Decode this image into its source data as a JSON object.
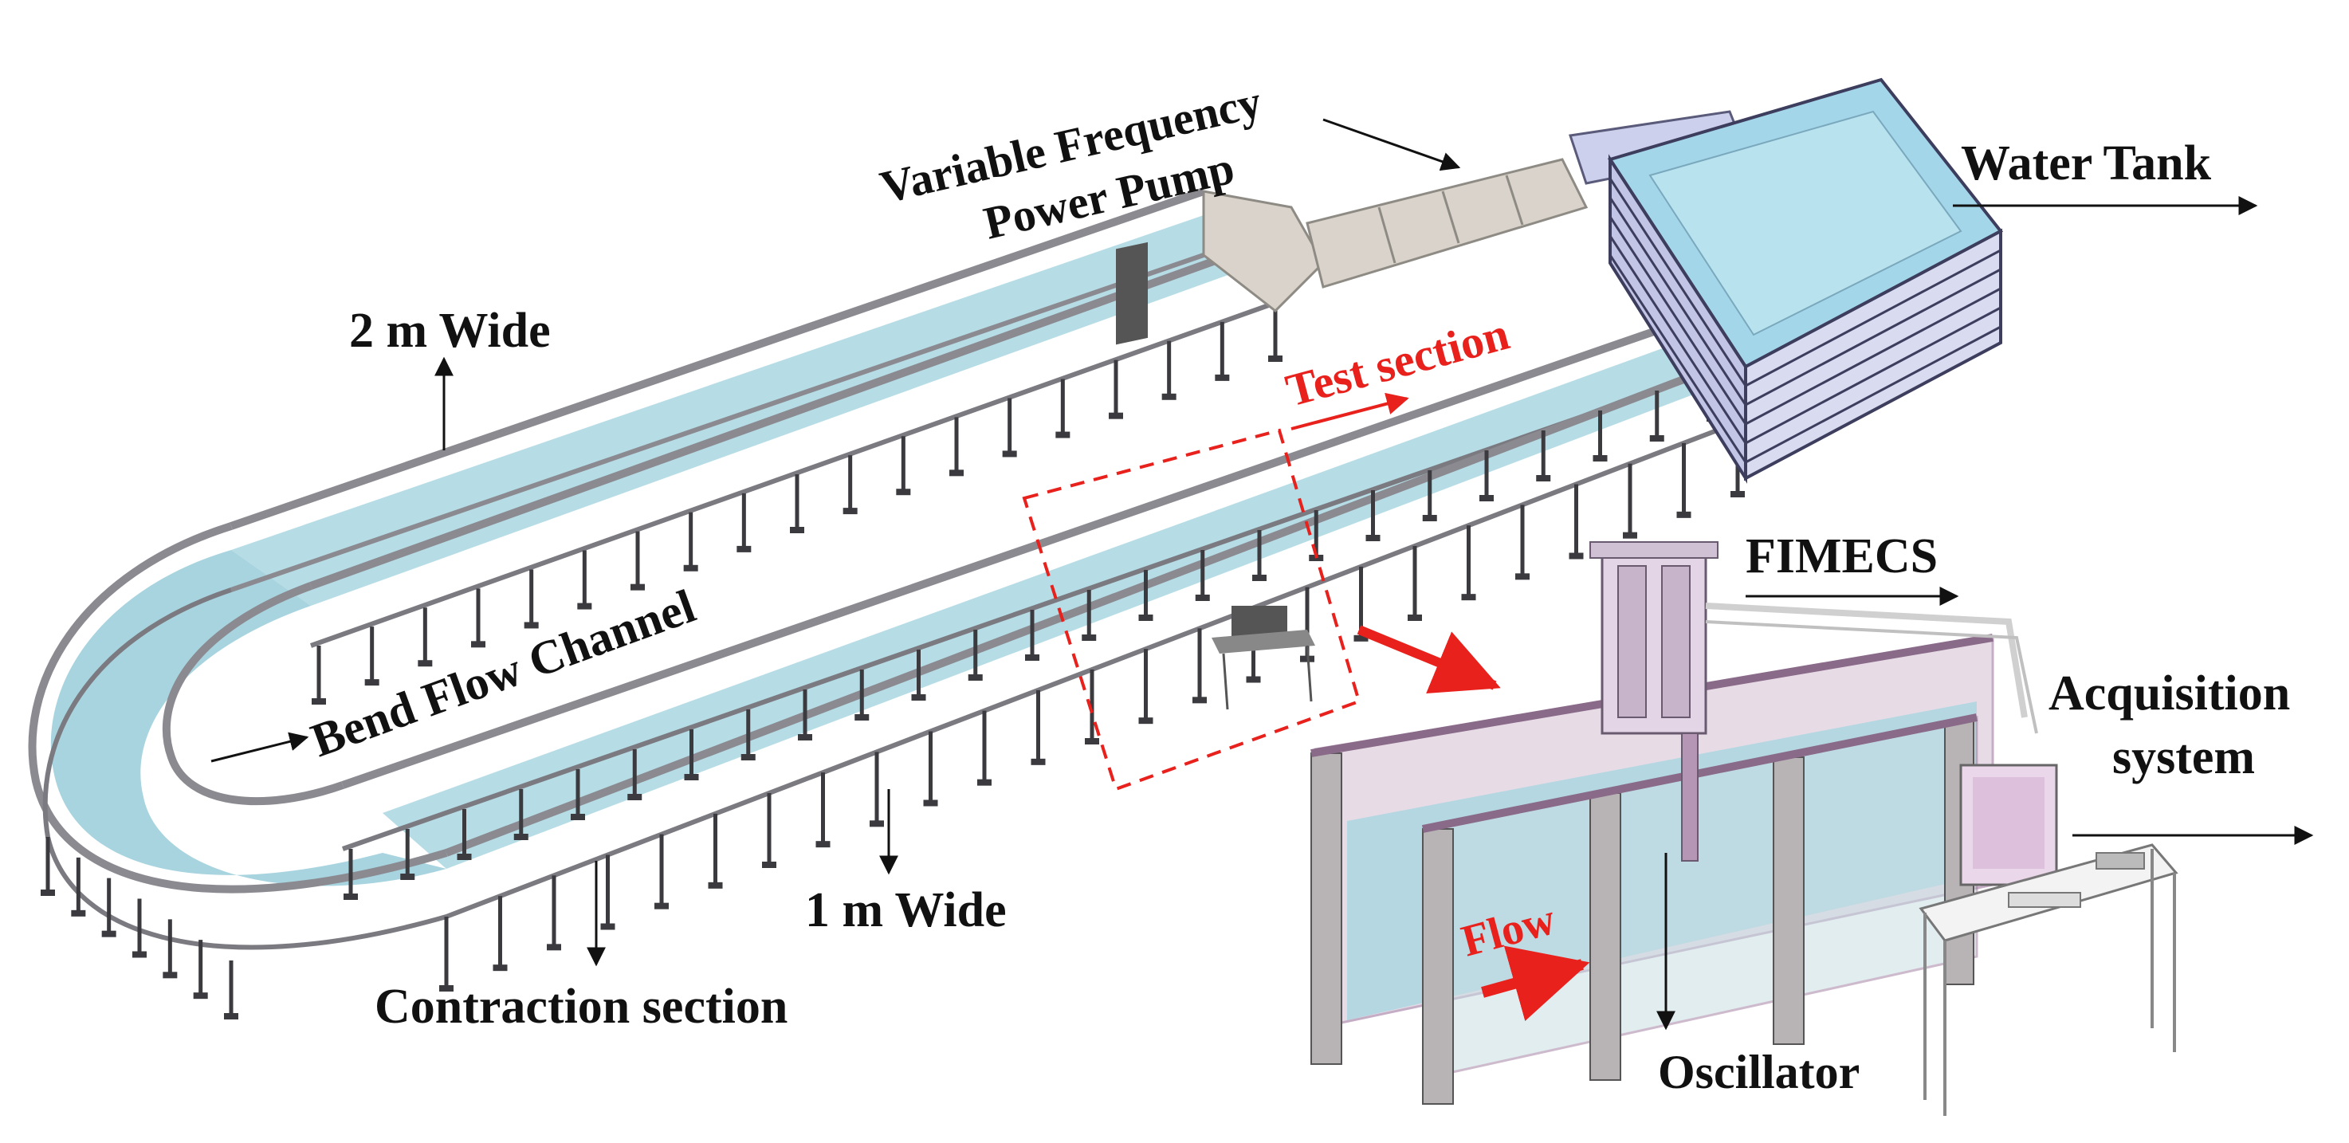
{
  "labels": {
    "pump_line1": "Variable Frequency",
    "pump_line2": "Power Pump",
    "water_tank": "Water Tank",
    "test_section": "Test section",
    "width_2m": "2 m Wide",
    "width_1m": "1 m Wide",
    "bend_flow_channel": "Bend Flow Channel",
    "contraction_section": "Contraction section",
    "fimecs": "FIMECS",
    "acquisition_line1": "Acquisition",
    "acquisition_line2": "system",
    "flow": "Flow",
    "oscillator": "Oscillator"
  },
  "colors": {
    "text": "#111111",
    "highlight": "#e8211d",
    "water": "#a9d6e0",
    "water_deep": "#8cc4d2",
    "frame": "#b9b9bd",
    "frame_dark": "#6c6c72",
    "post": "#3a3a3f",
    "pump": "#d9d3cb",
    "tank_frame": "#c7c6e3",
    "enclosure": "#c8a7c5",
    "enclosure_dark": "#a07a9f"
  }
}
